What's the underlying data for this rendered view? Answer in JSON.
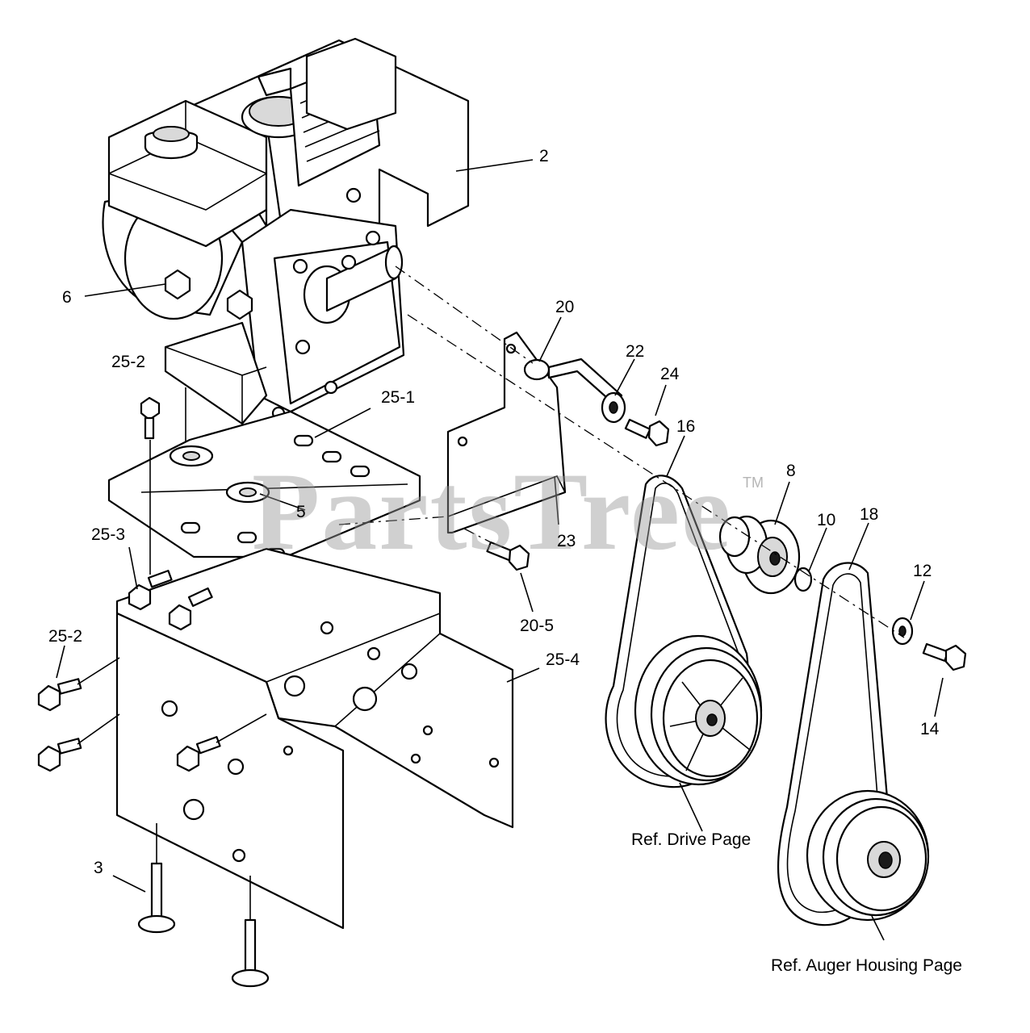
{
  "watermark": {
    "text": "PartsTree",
    "trademark": "TM"
  },
  "callouts": [
    {
      "id": "2",
      "text": "2"
    },
    {
      "id": "6",
      "text": "6"
    },
    {
      "id": "20",
      "text": "20"
    },
    {
      "id": "22",
      "text": "22"
    },
    {
      "id": "24",
      "text": "24"
    },
    {
      "id": "16",
      "text": "16"
    },
    {
      "id": "25-2-top",
      "text": "25-2"
    },
    {
      "id": "25-1",
      "text": "25-1"
    },
    {
      "id": "8",
      "text": "8"
    },
    {
      "id": "18",
      "text": "18"
    },
    {
      "id": "10",
      "text": "10"
    },
    {
      "id": "5",
      "text": "5"
    },
    {
      "id": "23",
      "text": "23"
    },
    {
      "id": "25-3",
      "text": "25-3"
    },
    {
      "id": "12",
      "text": "12"
    },
    {
      "id": "20-5",
      "text": "20-5"
    },
    {
      "id": "25-2-left",
      "text": "25-2"
    },
    {
      "id": "25-4",
      "text": "25-4"
    },
    {
      "id": "14",
      "text": "14"
    },
    {
      "id": "3",
      "text": "3"
    }
  ],
  "references": {
    "drive": "Ref. Drive Page",
    "auger": "Ref. Auger Housing Page"
  }
}
